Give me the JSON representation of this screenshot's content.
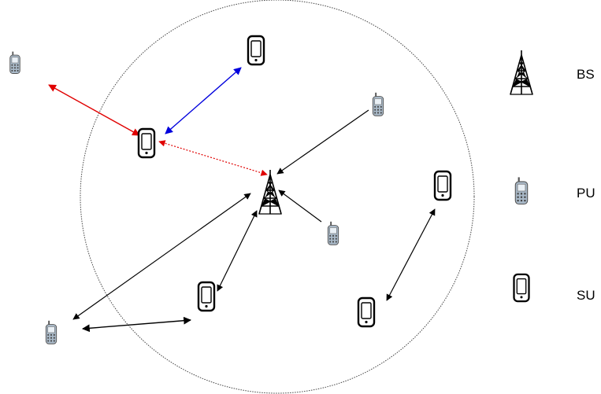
{
  "legend": {
    "bs_label": "BS",
    "pu_label": "PU",
    "su_label": "SU"
  },
  "colors": {
    "link_black": "#000000",
    "link_red": "#e00000",
    "link_blue": "#0000dd",
    "coverage_circle": "#444444",
    "pu_body": "#a9b9c8",
    "su_body": "#ffffff"
  },
  "icons": [
    "tower-icon",
    "pu-phone-icon",
    "su-phone-icon"
  ]
}
